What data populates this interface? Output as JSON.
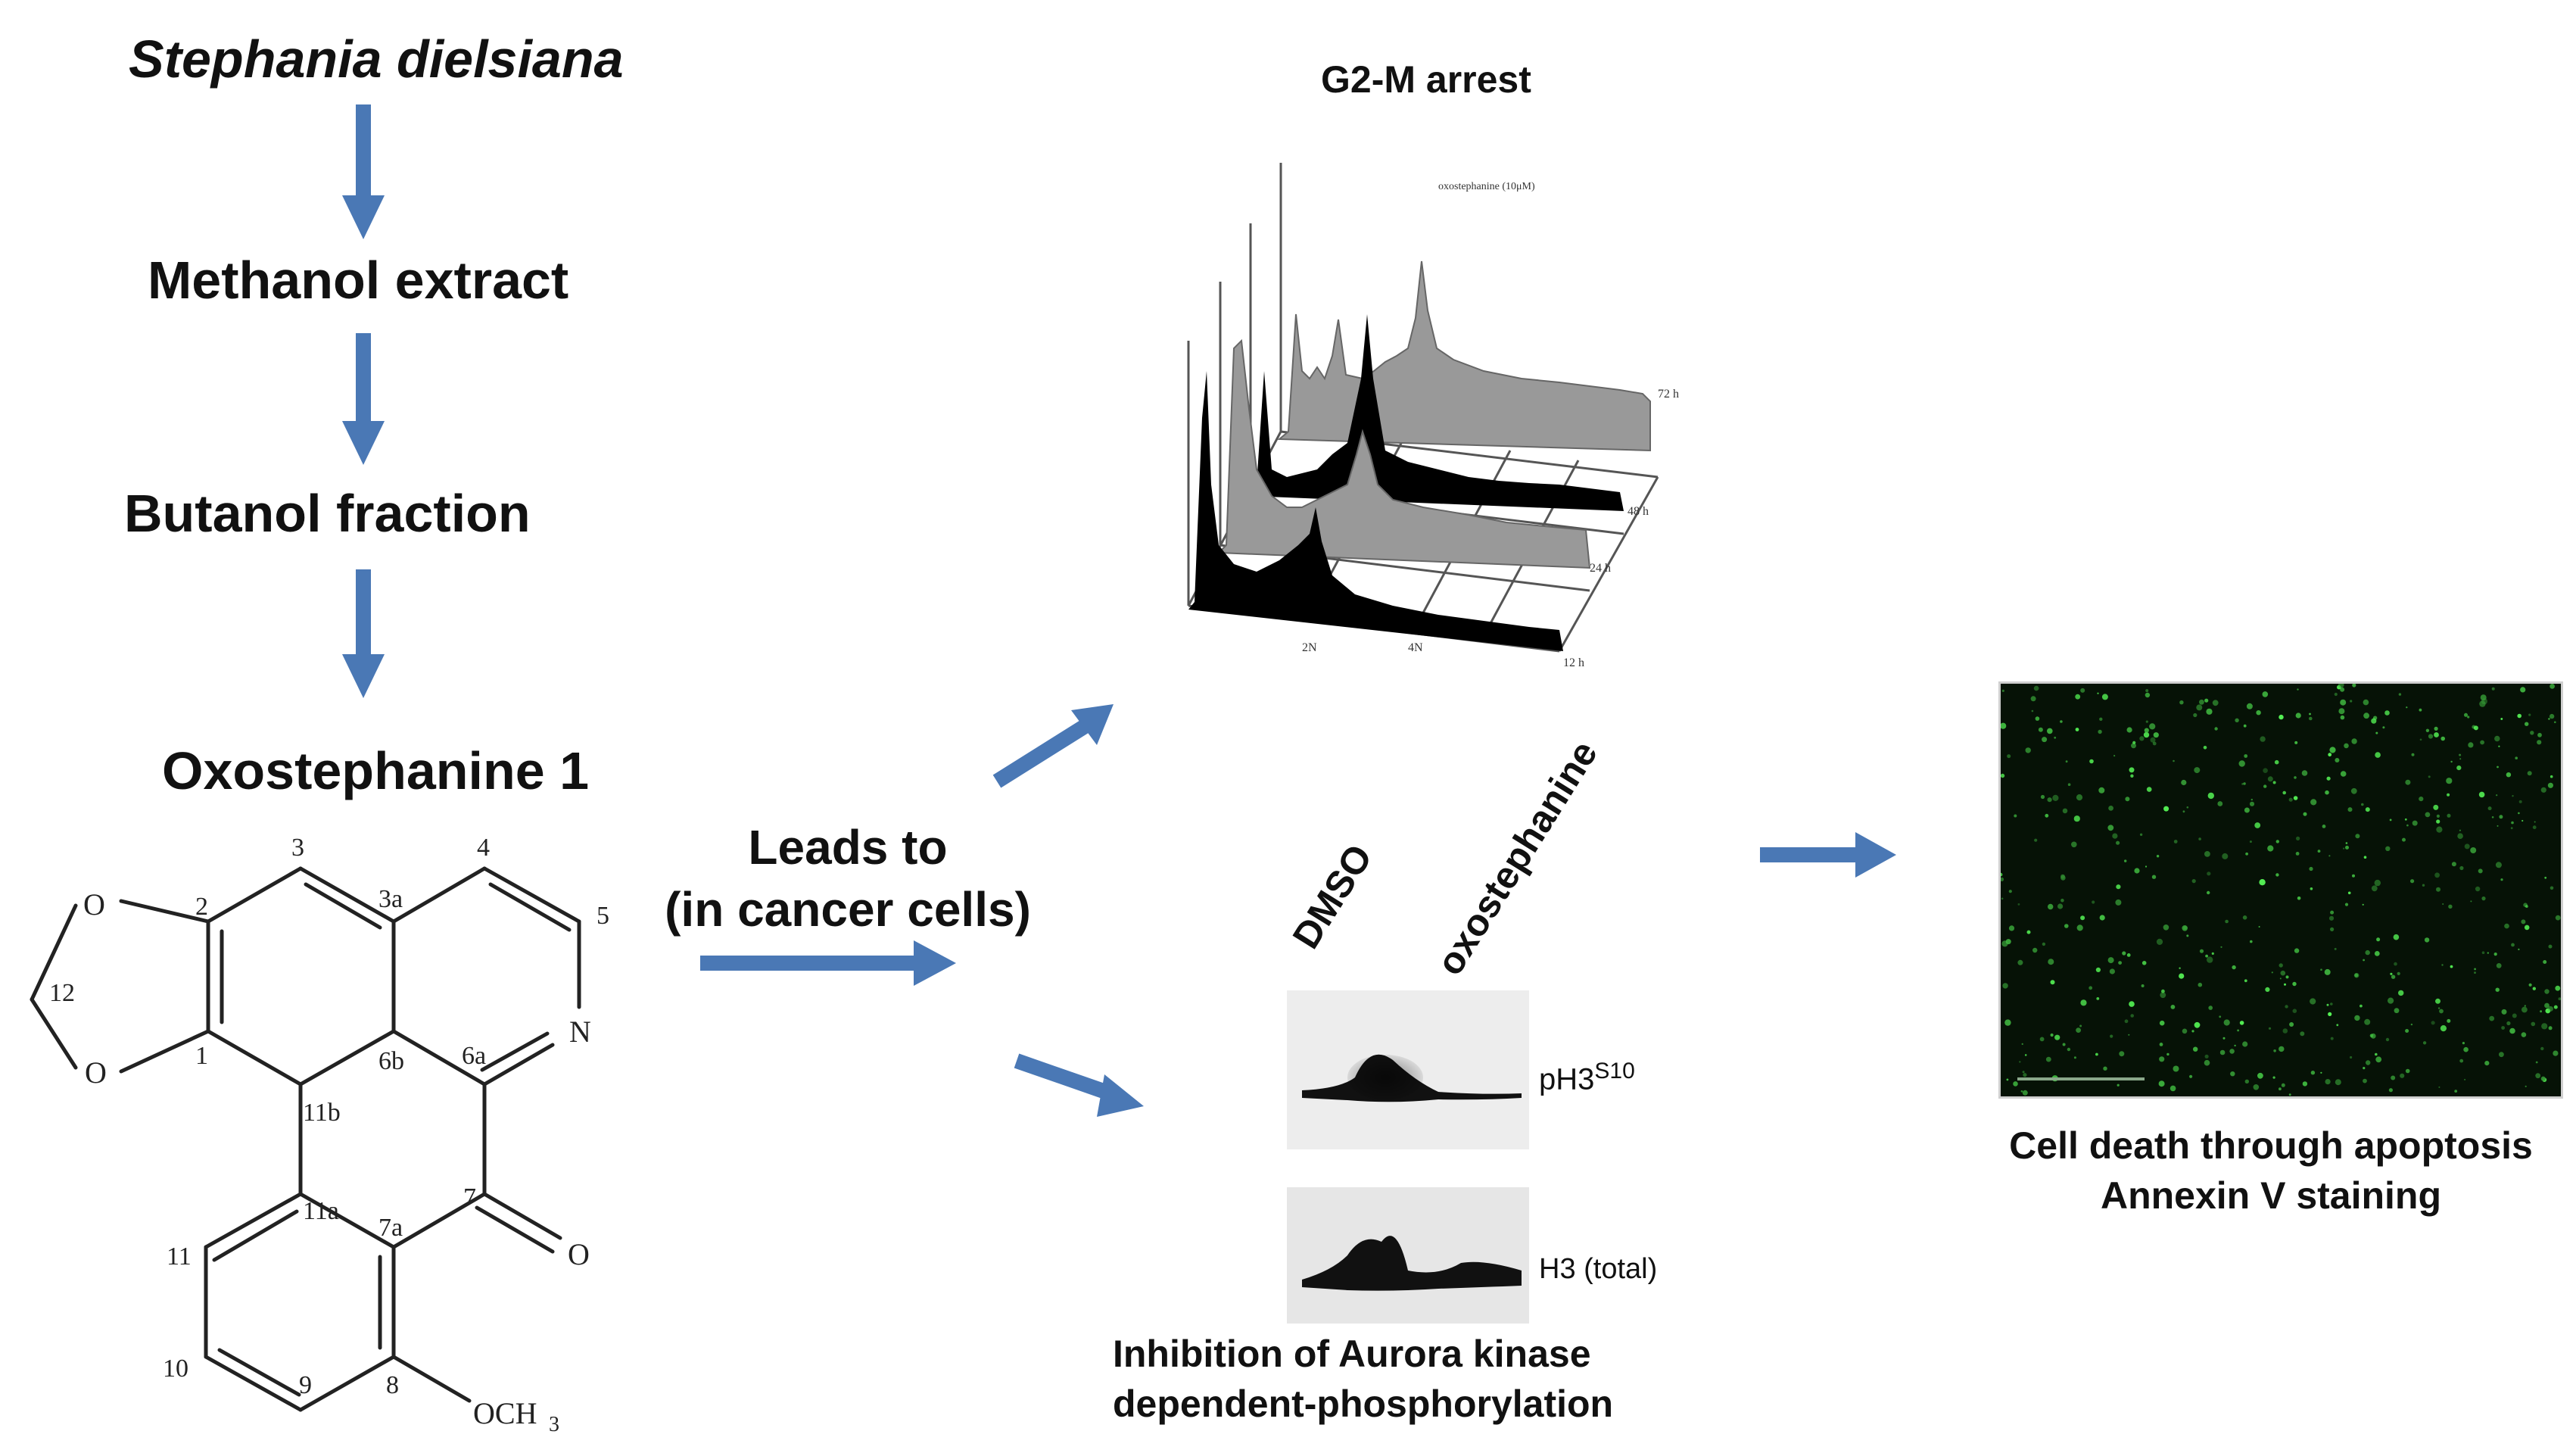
{
  "flow": {
    "source": "Stephania dielsiana",
    "step1": "Methanol extract",
    "step2": "Butanol fraction",
    "step3": "Oxostephanine 1"
  },
  "leads_to": {
    "line1": "Leads to",
    "line2": "(in cancer cells)"
  },
  "structure": {
    "atoms": [
      "3",
      "3a",
      "4",
      "5",
      "N",
      "2",
      "O",
      "12",
      "O",
      "1",
      "6b",
      "6a",
      "11b",
      "11a",
      "7",
      "O",
      "7a",
      "11",
      "10",
      "9",
      "8",
      "OCH",
      "3"
    ]
  },
  "cell_cycle": {
    "title": "G2-M arrest",
    "inset_label": "oxostephanine (10μM)",
    "time_labels": [
      "72 h",
      "48 h",
      "24 h",
      "12 h"
    ],
    "x_ticks": [
      "2N",
      "4N"
    ]
  },
  "western_blot": {
    "lanes": [
      "DMSO",
      "oxostephanine"
    ],
    "band1_label": "pH3",
    "band1_sup": "S10",
    "band2_label": "H3 (total)",
    "caption_line1": "Inhibition  of Aurora kinase",
    "caption_line2": "dependent-phosphorylation"
  },
  "apoptosis": {
    "caption_line1": "Cell death through apoptosis",
    "caption_line2": "Annexin V staining"
  },
  "colors": {
    "arrow": "#4a78b5",
    "text": "#111111",
    "micro_bg": "#061206",
    "micro_dot": "#4fd64f"
  }
}
